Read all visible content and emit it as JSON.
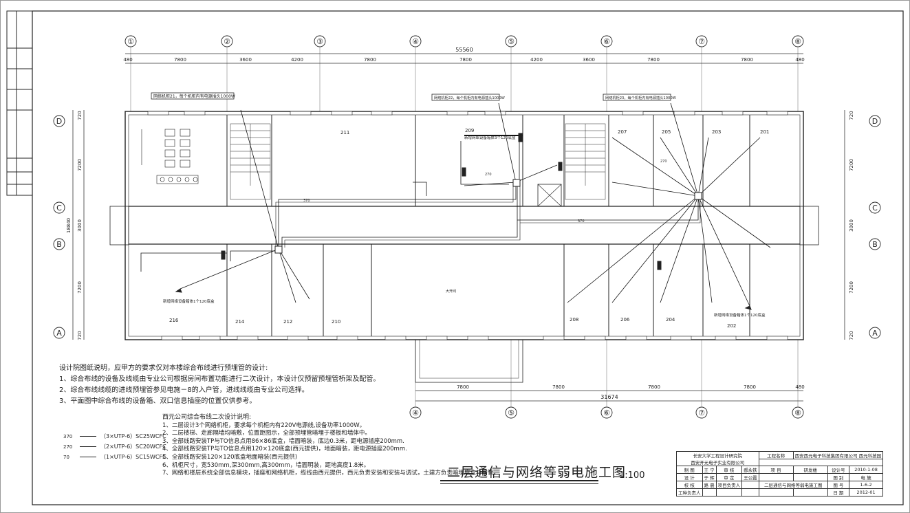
{
  "drawing": {
    "axes_top": [
      "①",
      "②",
      "③",
      "④",
      "⑤",
      "⑥",
      "⑦",
      "⑧"
    ],
    "axes_bottom": [
      "④",
      "⑤",
      "⑥",
      "⑦",
      "⑧"
    ],
    "axes_side": [
      "D",
      "C",
      "B",
      "A"
    ],
    "total_dim_top": "55560",
    "dims_top": [
      "480",
      "7800",
      "3600",
      "4200",
      "7800",
      "7800",
      "4200",
      "3600",
      "7800",
      "7800",
      "480"
    ],
    "total_dim_bottom": "31674",
    "dims_bottom": [
      "7800",
      "7800",
      "7800",
      "7800",
      "480"
    ],
    "side_dims_left": [
      "720",
      "7200",
      "3000",
      "7200",
      "720"
    ],
    "side_total_left": "18840",
    "side_dims_right": [
      "720",
      "7200",
      "3000",
      "7200",
      "720"
    ],
    "callouts": [
      "网络机柜21，每个机柜内有电源插头1000W",
      "网络机柜22，每个机柜内有电源插头1000W",
      "网络机柜23，每个机柜内有电源插头1000W"
    ],
    "cable_labels": [
      "370",
      "270",
      "370",
      "270"
    ],
    "rooms_top": [
      "211",
      "209",
      "207",
      "205",
      "203",
      "201"
    ],
    "rooms_bottom": [
      "216",
      "214",
      "212",
      "210",
      "208",
      "206",
      "204",
      "202"
    ],
    "room_note_center": "大开间",
    "box_labels": [
      "新增网络设备箱体3个120底盒",
      "新增网络设备箱体1个120底盒",
      "新增网络设备箱体1个120底盒"
    ]
  },
  "notes": {
    "heading": "设计院图纸说明，应甲方的要求仅对本楼综合布线进行预埋管的设计:",
    "items": [
      "1、综合布线的设备及线缆由专业公司根据房间布置功能进行二次设计，本设计仅预留预埋管桥架及配管。",
      "2、综合布线线缆的进线预埋管参见电施－8的入户管，进线线缆由专业公司选择。",
      "3、平面图中综合布线的设备箱、双口信息插座的位置仅供参考。"
    ]
  },
  "notes2": {
    "heading": "西元公司综合布线二次设计说明:",
    "items": [
      "1、二层设计3个网络机柜，要求每个机柜内有220V电源线,设备功率1000W。",
      "2、二层楼梯、走廊隔墙均暗敷，位置距图示，全部预埋管暗埋于楼板和墙体中。",
      "3、全部线路安装TP与TO信息点用86×86底盒，墙面暗装，底边0.3米，距电源插座200mm.",
      "4、全部线路安装TP与TO信息点用120×120底盒(西元提供)，地面暗装，距电源插座200mm.",
      "5、全部线路安装120×120底盒地面暗装(西元提供)",
      "6、机柜尺寸，宽530mm,深300mm,高300mm，墙面明装，距地高度1.8米。",
      "7、网络和楼层系统全部信息模块，插座和网络机柜，缆线由西元提供，西元负责安装和安装与调试，土建方负责暗埋底盒与暗管。"
    ]
  },
  "legend": [
    {
      "code": "370",
      "text": "（3×UTP-6）SC25WCFC"
    },
    {
      "code": "270",
      "text": "（2×UTP-6）SC20WCFC"
    },
    {
      "code": "70",
      "text": "（1×UTP-6）SC15WCFC"
    }
  ],
  "title": "二层通信与网络等弱电施工图",
  "scale": "1:100",
  "title_block": {
    "org1": "长安大学工程设计研究院",
    "org2": "西安开元电子实业有限公司",
    "project_label": "工程名称",
    "project_value": "西安西元电子科技集团有限公司 西元科技园",
    "r1": [
      "制 图",
      "王 宁",
      "审 核",
      "郝永铁",
      "项 目",
      "研发楼",
      "设计号",
      "2010-1-08"
    ],
    "r2": [
      "设 计",
      "于 辉",
      "审 定",
      "王公霞",
      "",
      "",
      "图 别",
      "电 施"
    ],
    "r3": [
      "校 核",
      "路 晨",
      "项目负责人",
      "",
      "",
      "二层通信与网络等弱电施工图",
      "图 号",
      "1-6-2"
    ],
    "r4": [
      "工种负责人",
      "",
      "",
      "",
      "",
      "",
      "日 期",
      "2012-01"
    ]
  }
}
